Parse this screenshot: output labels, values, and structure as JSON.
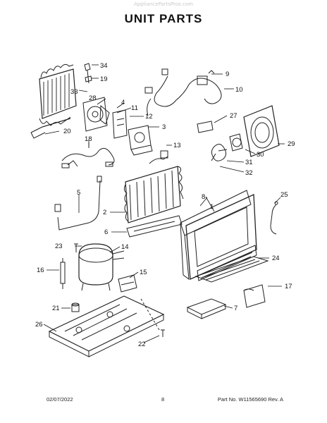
{
  "watermark": "AppliancePartsPros.com",
  "title": "UNIT PARTS",
  "footer": {
    "date": "02/07/2022",
    "page": "8",
    "part": "Part No. W11565690  Rev. A"
  },
  "callouts": {
    "c1": "1",
    "c2": "2",
    "c3": "3",
    "c4": "4",
    "c5": "5",
    "c6": "6",
    "c7": "7",
    "c8": "8",
    "c9": "9",
    "c10": "10",
    "c11": "11",
    "c12": "12",
    "c13": "13",
    "c14": "14",
    "c15": "15",
    "c16": "16",
    "c17": "17",
    "c18": "18",
    "c19": "19",
    "c20": "20",
    "c21": "21",
    "c22": "22",
    "c23": "23",
    "c24": "24",
    "c25": "25",
    "c26": "26",
    "c27": "27",
    "c28": "28",
    "c29": "29",
    "c30": "30",
    "c31": "31",
    "c32": "32",
    "c33": "33",
    "c34": "34"
  }
}
